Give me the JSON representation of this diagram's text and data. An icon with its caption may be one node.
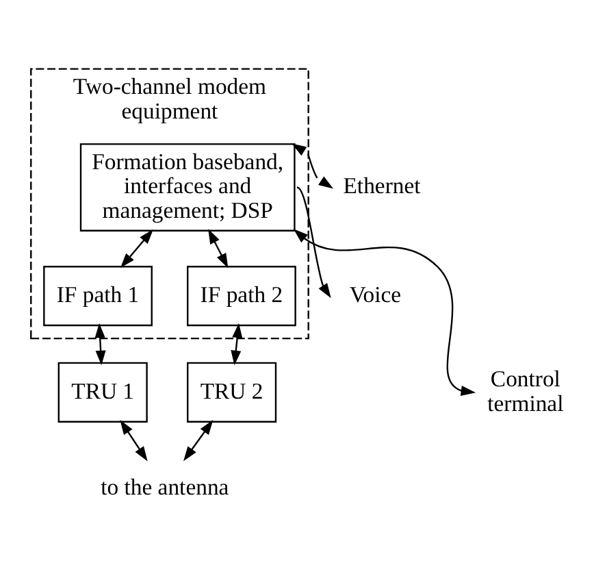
{
  "diagram": {
    "nodes": [
      {
        "text": [
          "Two-channel modem equipment"
        ]
      },
      {
        "text": [
          "Formation baseband, interfaces and management; DSP"
        ],
        "in": 0
      },
      {
        "text": [
          "IF path 1"
        ],
        "in": 0
      },
      {
        "text": [
          "IF path 2"
        ],
        "in": 0
      },
      {
        "text": [
          "TRU 1"
        ]
      },
      {
        "text": [
          "TRU 2"
        ]
      },
      {
        "text": [
          "to the antenna"
        ]
      },
      {
        "text": [
          "Ethernet"
        ]
      },
      {
        "text": [
          "Voice"
        ]
      },
      {
        "text": [
          "Control terminal"
        ]
      }
    ],
    "edges": [
      {
        "from": 1,
        "to": 7,
        "arrow": "both"
      },
      {
        "from": 1,
        "to": 8,
        "arrow": "to"
      },
      {
        "from": 1,
        "to": 9,
        "arrow": "both"
      },
      {
        "from": 1,
        "to": 2,
        "arrow": "both"
      },
      {
        "from": 1,
        "to": 3,
        "arrow": "both"
      },
      {
        "from": 2,
        "to": 4,
        "arrow": "both"
      },
      {
        "from": 3,
        "to": 5,
        "arrow": "both"
      },
      {
        "from": 4,
        "to": 6,
        "arrow": "both"
      },
      {
        "from": 5,
        "to": 6,
        "arrow": "both"
      }
    ]
  }
}
